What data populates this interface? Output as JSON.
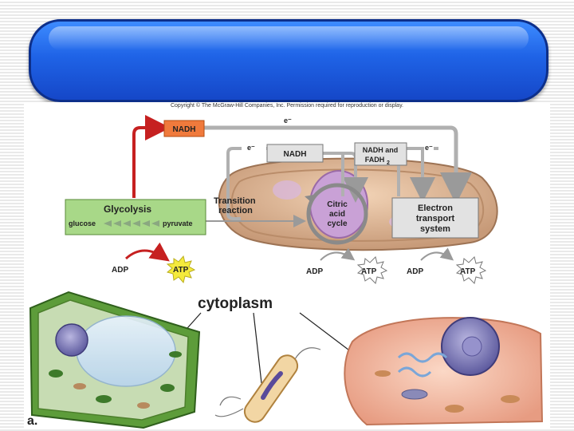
{
  "diagram": {
    "copyright": "Copyright © The McGraw-Hill Companies, Inc. Permission required for reproduction or display.",
    "nadh_top": "NADH",
    "electron_top": "e⁻",
    "electron_mid": "e⁻",
    "electron_right": "e⁻",
    "nadh_mid": "NADH",
    "nadh_fadh2_line1": "NADH and",
    "nadh_fadh2_line2": "FADH",
    "fadh2_sub": "2",
    "glycolysis": "Glycolysis",
    "glucose": "glucose",
    "pyruvate": "pyruvate",
    "transition_line1": "Transition",
    "transition_line2": "reaction",
    "citric_line1": "Citric",
    "citric_line2": "acid",
    "citric_line3": "cycle",
    "etc_line1": "Electron",
    "etc_line2": "transport",
    "etc_line3": "system",
    "adp_1": "ADP",
    "atp_1": "ATP",
    "adp_2": "ADP",
    "atp_2": "ATP",
    "adp_3": "ADP",
    "atp_3": "ATP",
    "cytoplasm": "cytoplasm",
    "panel_letter": "a."
  },
  "colors": {
    "title_bar": "#1f63e6",
    "nadh_box": "#f07a3c",
    "glycolysis_box": "#a8d888",
    "red_arrow": "#d42a2a",
    "atp_burst": "#f4ea3c",
    "plant_cell": "#5d9c3a",
    "animal_cell": "#f0b8a0"
  }
}
